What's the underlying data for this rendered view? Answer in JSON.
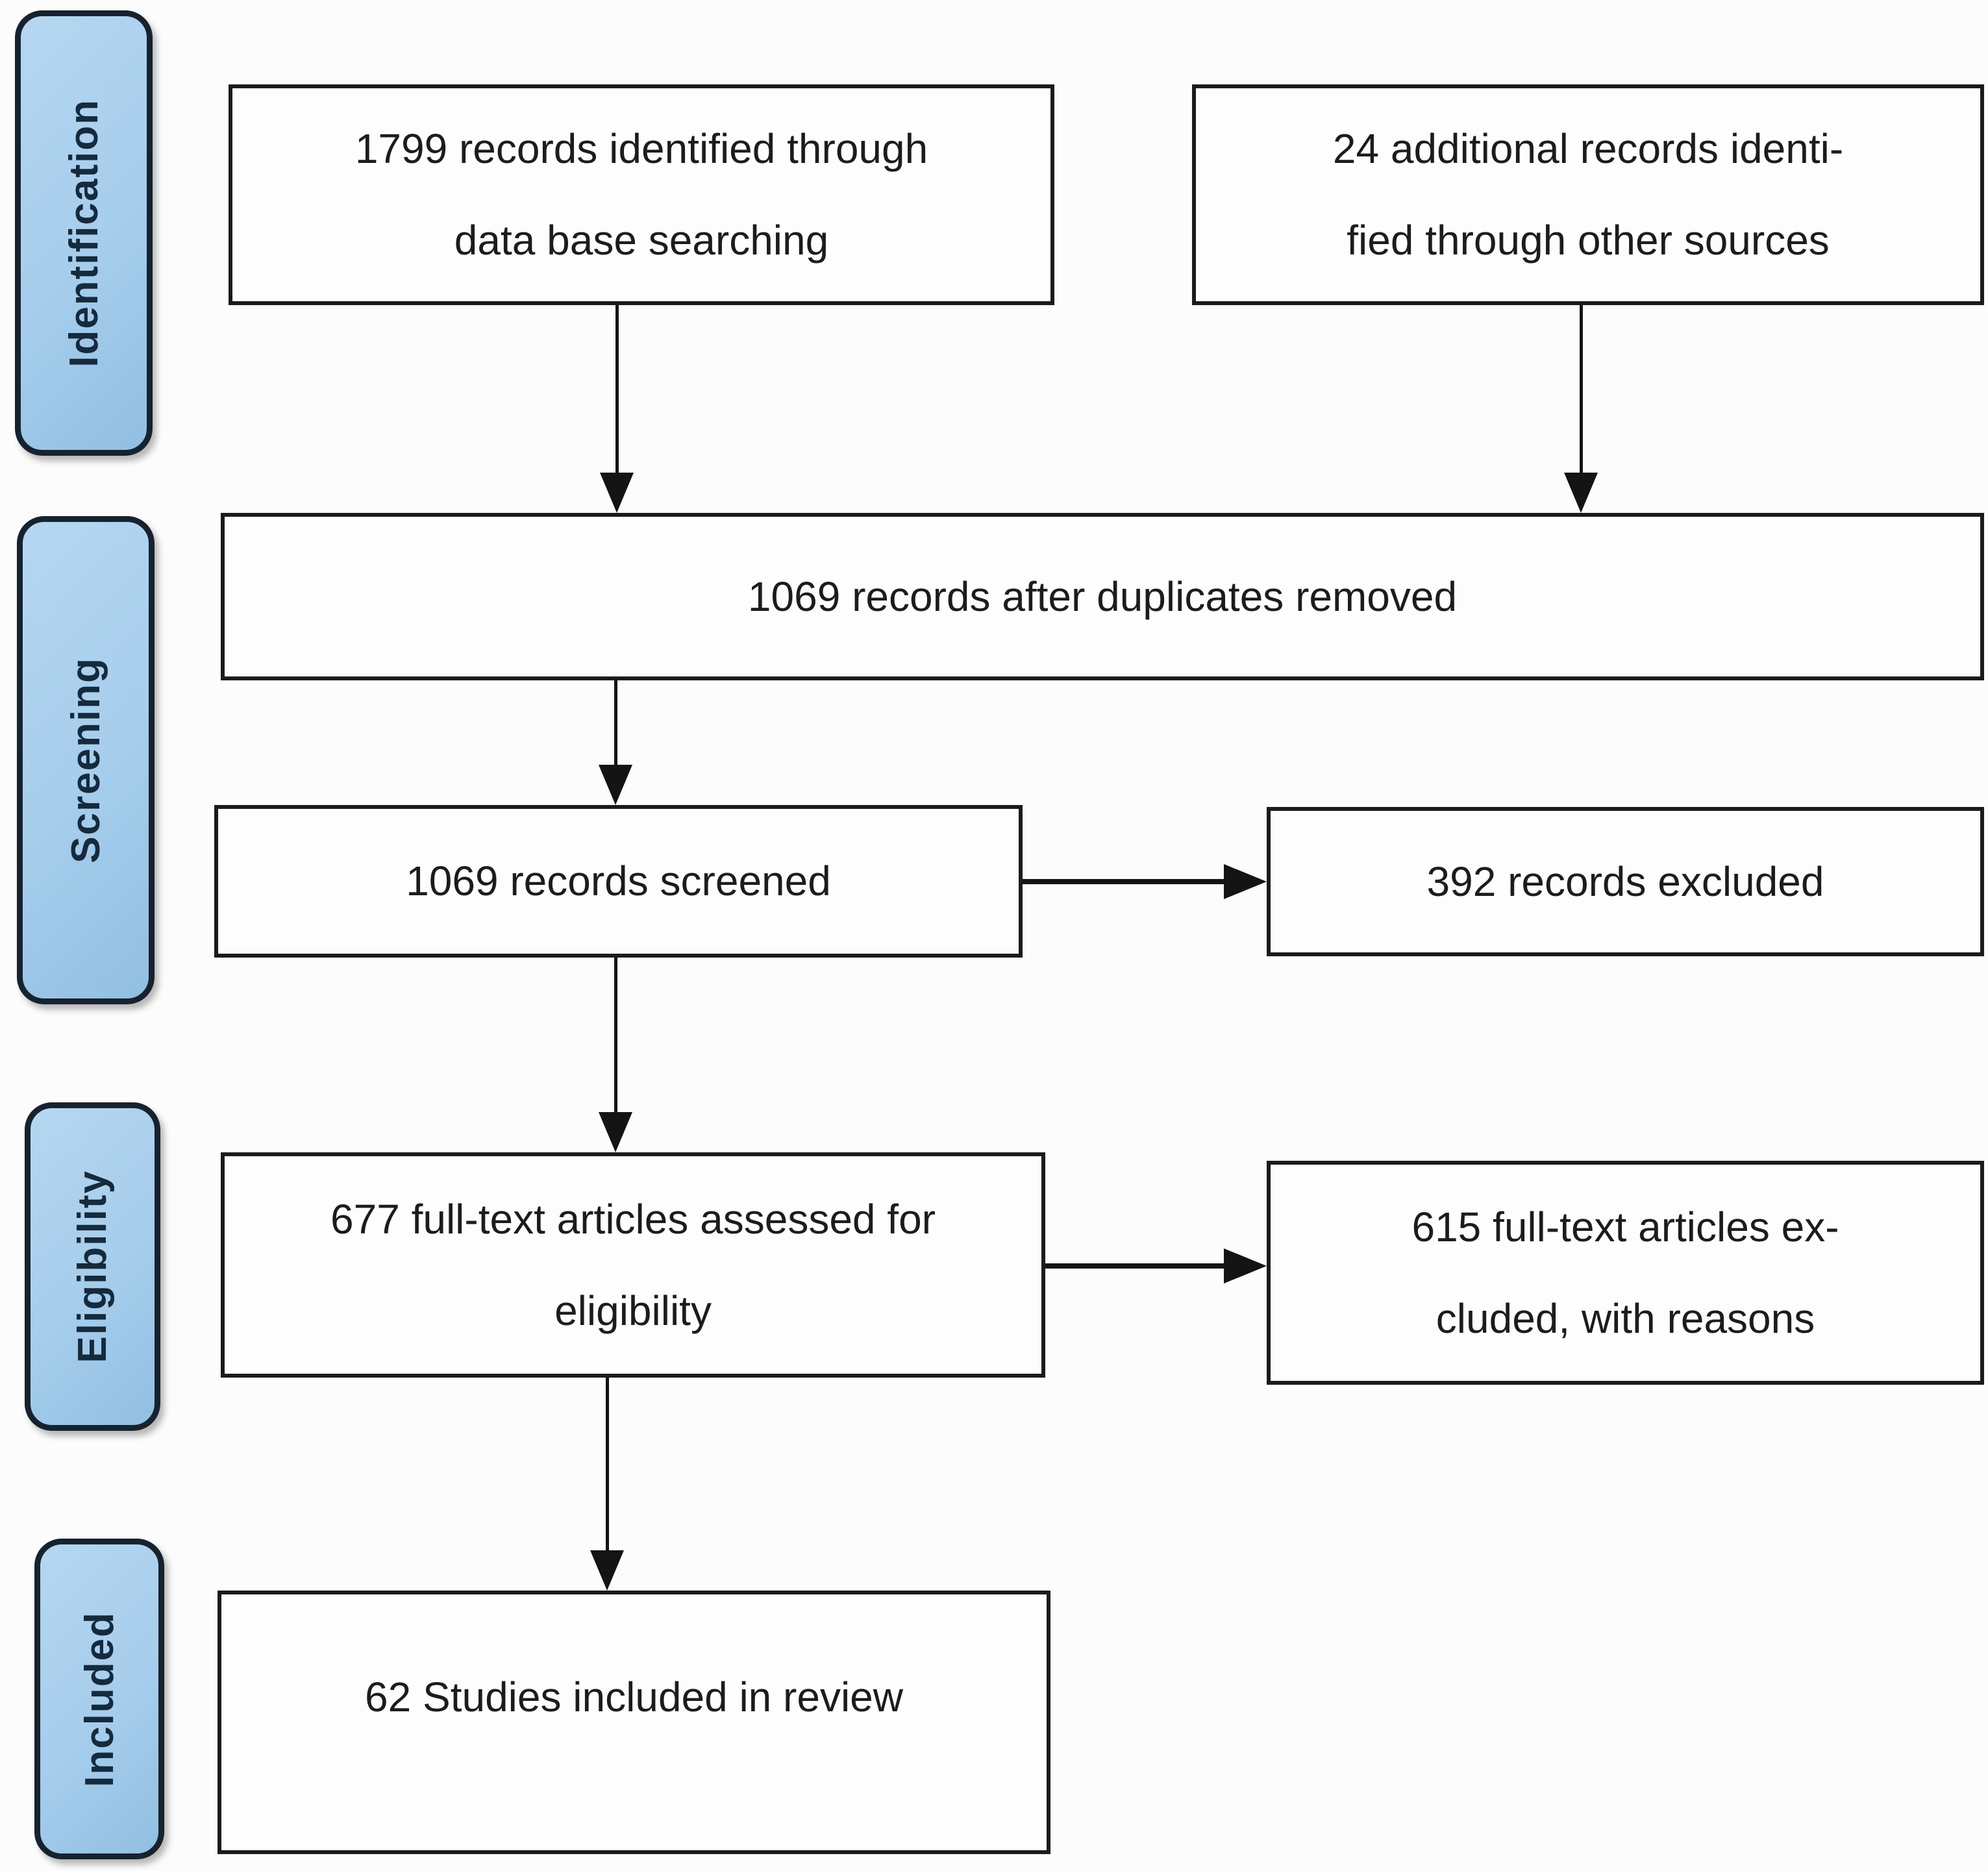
{
  "diagram": {
    "stages": [
      {
        "label": "Identification"
      },
      {
        "label": "Screening"
      },
      {
        "label": "Eligibility"
      },
      {
        "label": "Included"
      }
    ],
    "boxes": [
      {
        "name": "records-identified-database",
        "lines": [
          "1799 records identified through",
          "data base searching"
        ]
      },
      {
        "name": "additional-records-other-sources",
        "lines": [
          "24 additional records identi-",
          "fied through other sources"
        ]
      },
      {
        "name": "records-after-duplicates",
        "lines": [
          "1069 records after duplicates removed"
        ]
      },
      {
        "name": "records-screened",
        "lines": [
          "1069 records screened"
        ]
      },
      {
        "name": "records-excluded",
        "lines": [
          "392 records excluded"
        ]
      },
      {
        "name": "fulltext-articles-assessed",
        "lines": [
          "677 full-text articles assessed for",
          "eligibility"
        ]
      },
      {
        "name": "fulltext-articles-excluded",
        "lines": [
          "615 full-text articles ex-",
          "cluded, with reasons"
        ]
      },
      {
        "name": "studies-included",
        "lines": [
          "62 Studies included in review"
        ]
      }
    ],
    "colors": {
      "stage-fill": "#a6cdec",
      "stage-fill-light": "#b5d7f1",
      "stage-border": "#17222f",
      "stage-text": "#152a3d",
      "box-border": "#1b1b1b",
      "box-fill": "#fdfdfd",
      "arrow": "#141414",
      "text": "#1c1c1c",
      "background": "#fcfcfc"
    }
  }
}
